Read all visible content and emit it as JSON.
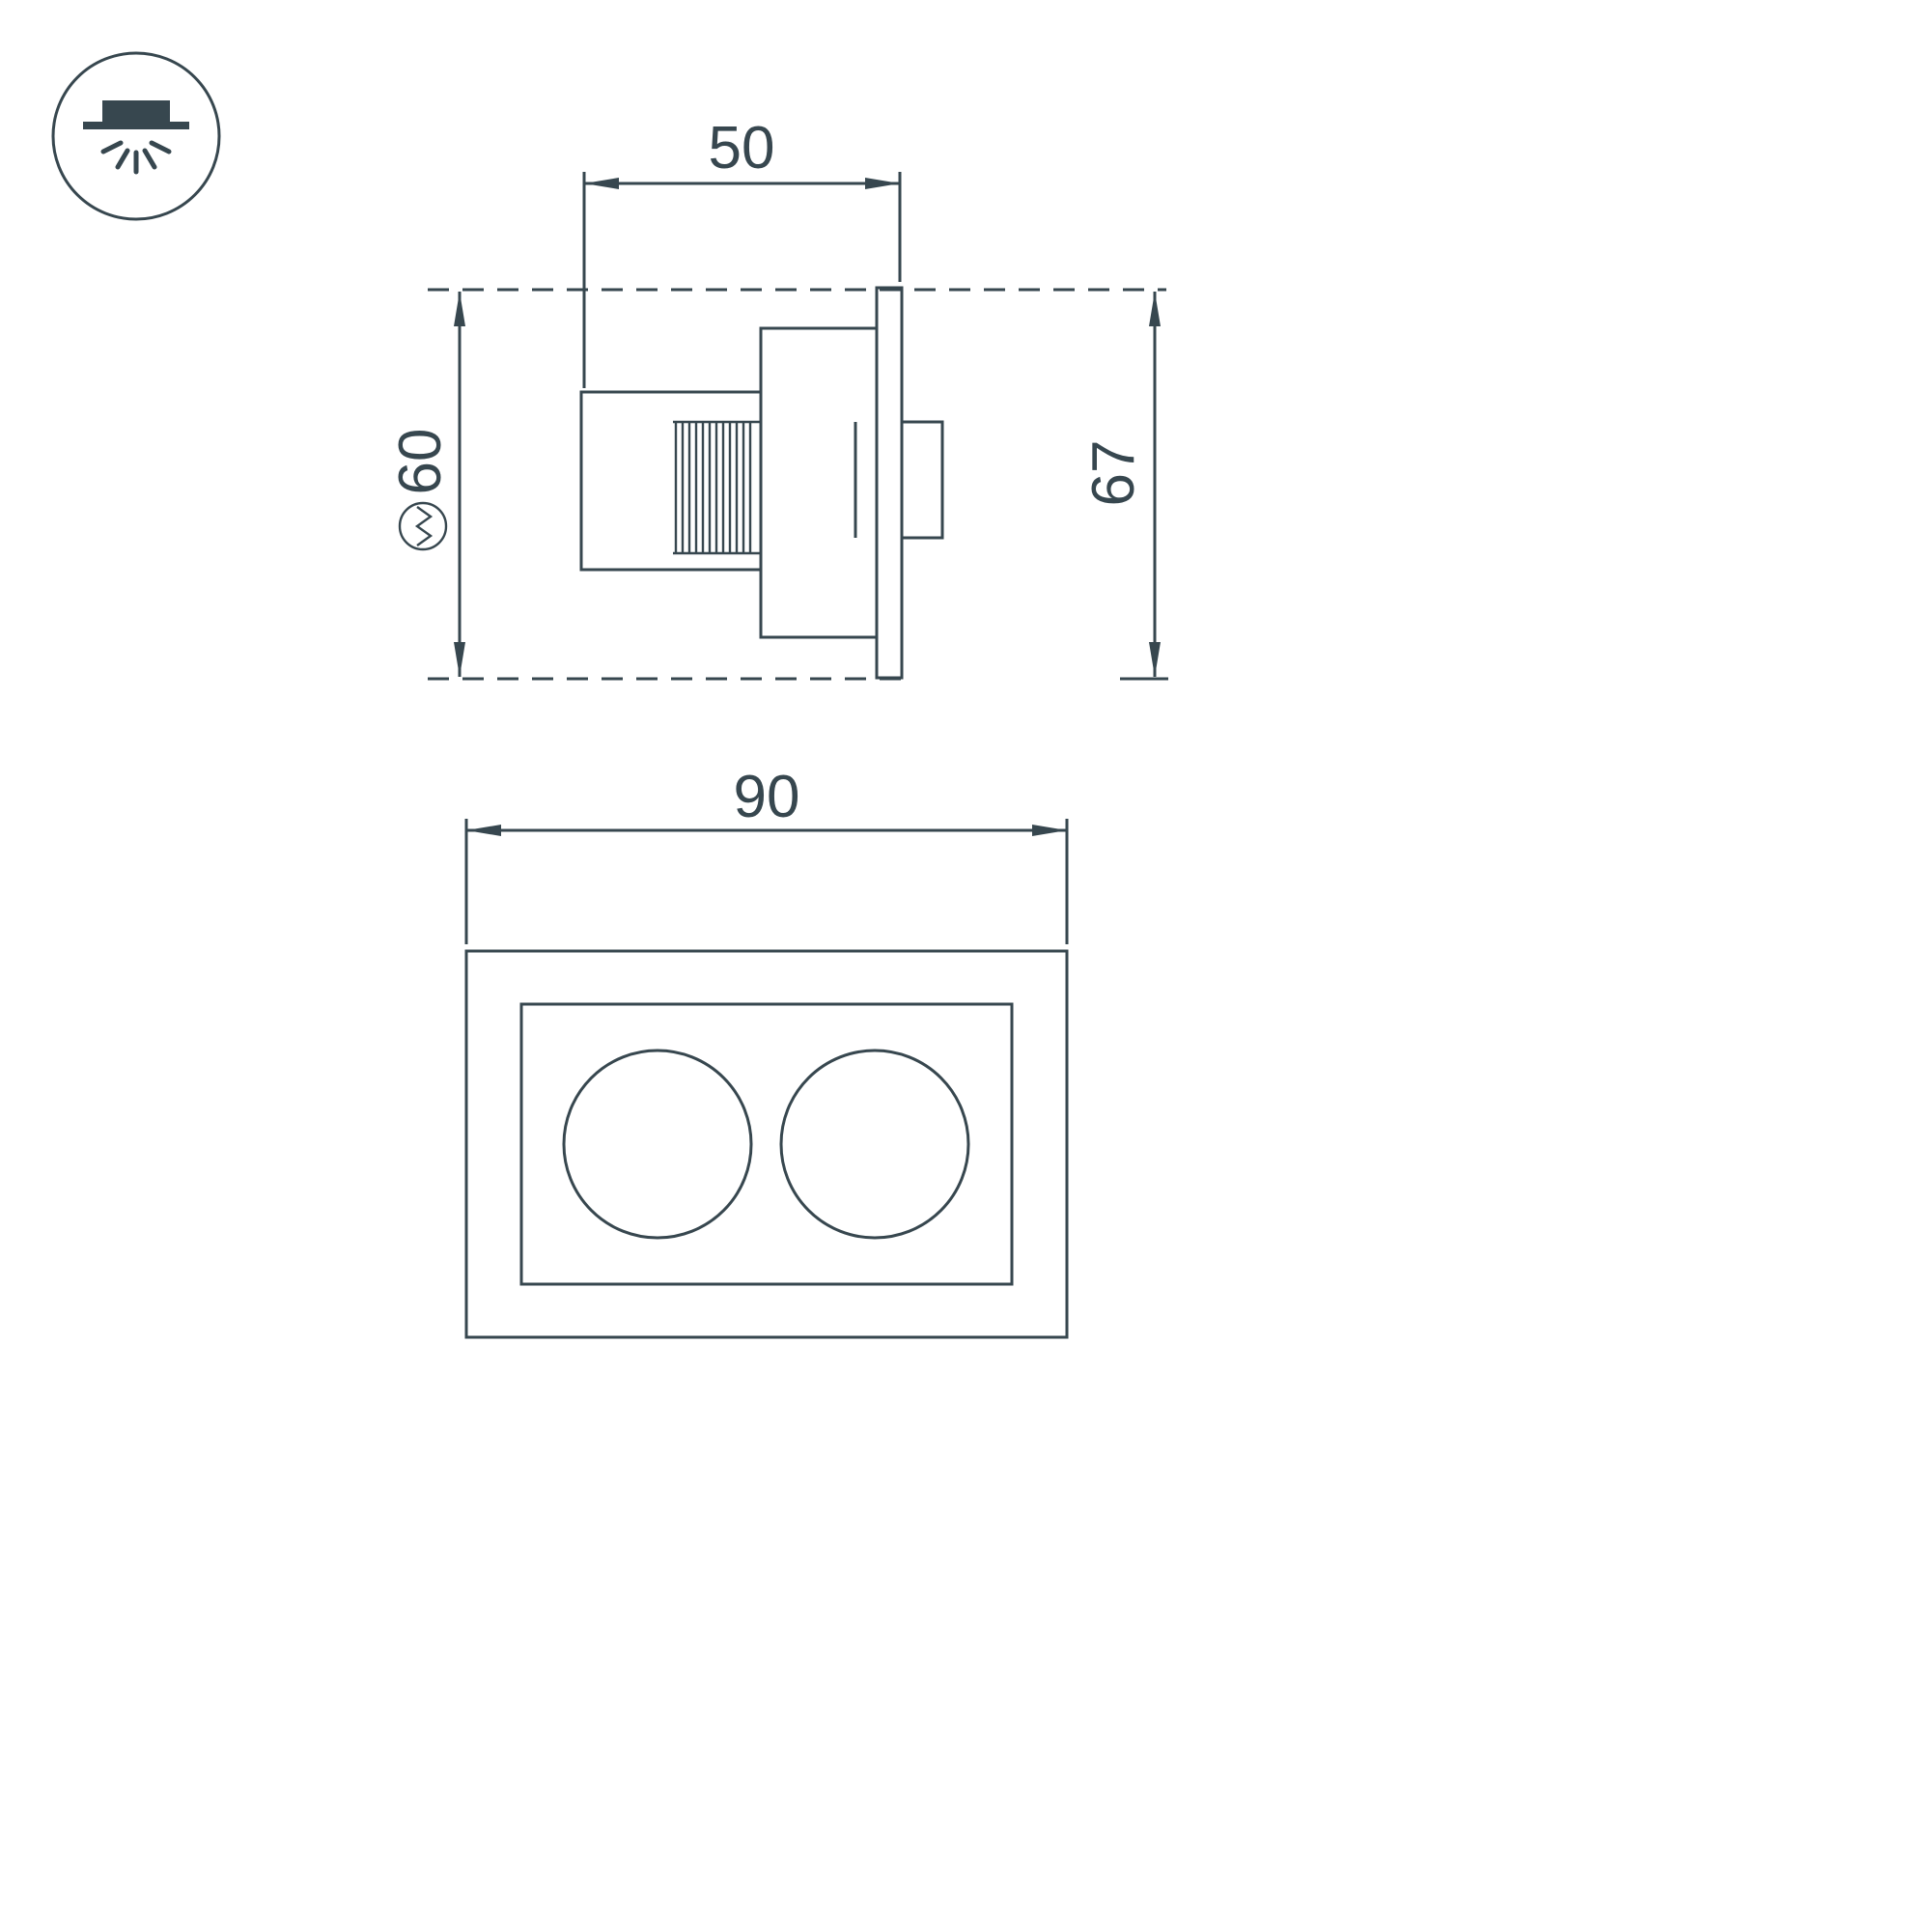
{
  "colors": {
    "line": "#37474F",
    "background": "#FFFFFF"
  },
  "badge": {
    "icon": "recessed-downlight-icon"
  },
  "side_view": {
    "dimensions": {
      "top_width": "50",
      "left_height": "60",
      "right_height": "67"
    },
    "symbols": {
      "cutout": "circle-wave-cutout-icon"
    }
  },
  "front_view": {
    "dimensions": {
      "width": "90"
    }
  }
}
